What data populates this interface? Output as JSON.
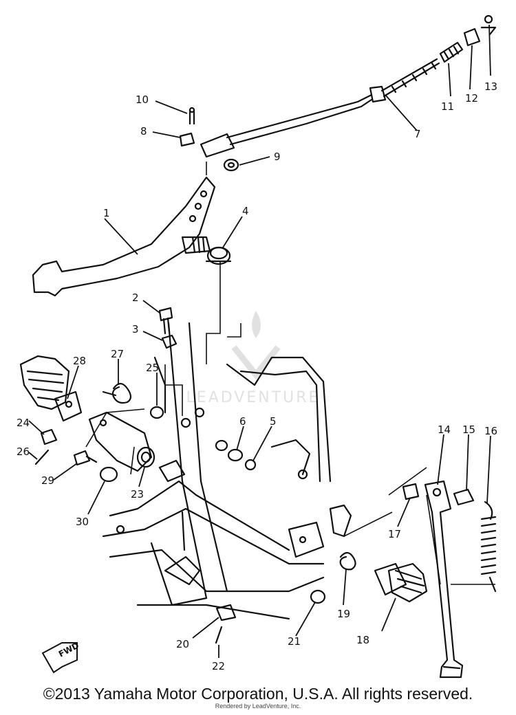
{
  "callouts": {
    "c1": "1",
    "c2": "2",
    "c3": "3",
    "c4": "4",
    "c5": "5",
    "c6": "6",
    "c7": "7",
    "c8": "8",
    "c9": "9",
    "c10": "10",
    "c11": "11",
    "c12": "12",
    "c13": "13",
    "c14": "14",
    "c15": "15",
    "c16": "16",
    "c17": "17",
    "c18": "18",
    "c19": "19",
    "c20": "20",
    "c21": "21",
    "c22": "22",
    "c23": "23",
    "c24": "24",
    "c25": "25",
    "c26": "26",
    "c27": "27",
    "c28": "28",
    "c29": "29",
    "c30": "30"
  },
  "fwd_label": "FWD",
  "watermark_text": "LEADVENTURE",
  "copyright": "©2013 Yamaha Motor Corporation, U.S.A. All rights reserved.",
  "rendered_by": "Rendered by LeadVenture, Inc.",
  "colors": {
    "line": "#111111",
    "watermark": "#d9d9d9"
  }
}
